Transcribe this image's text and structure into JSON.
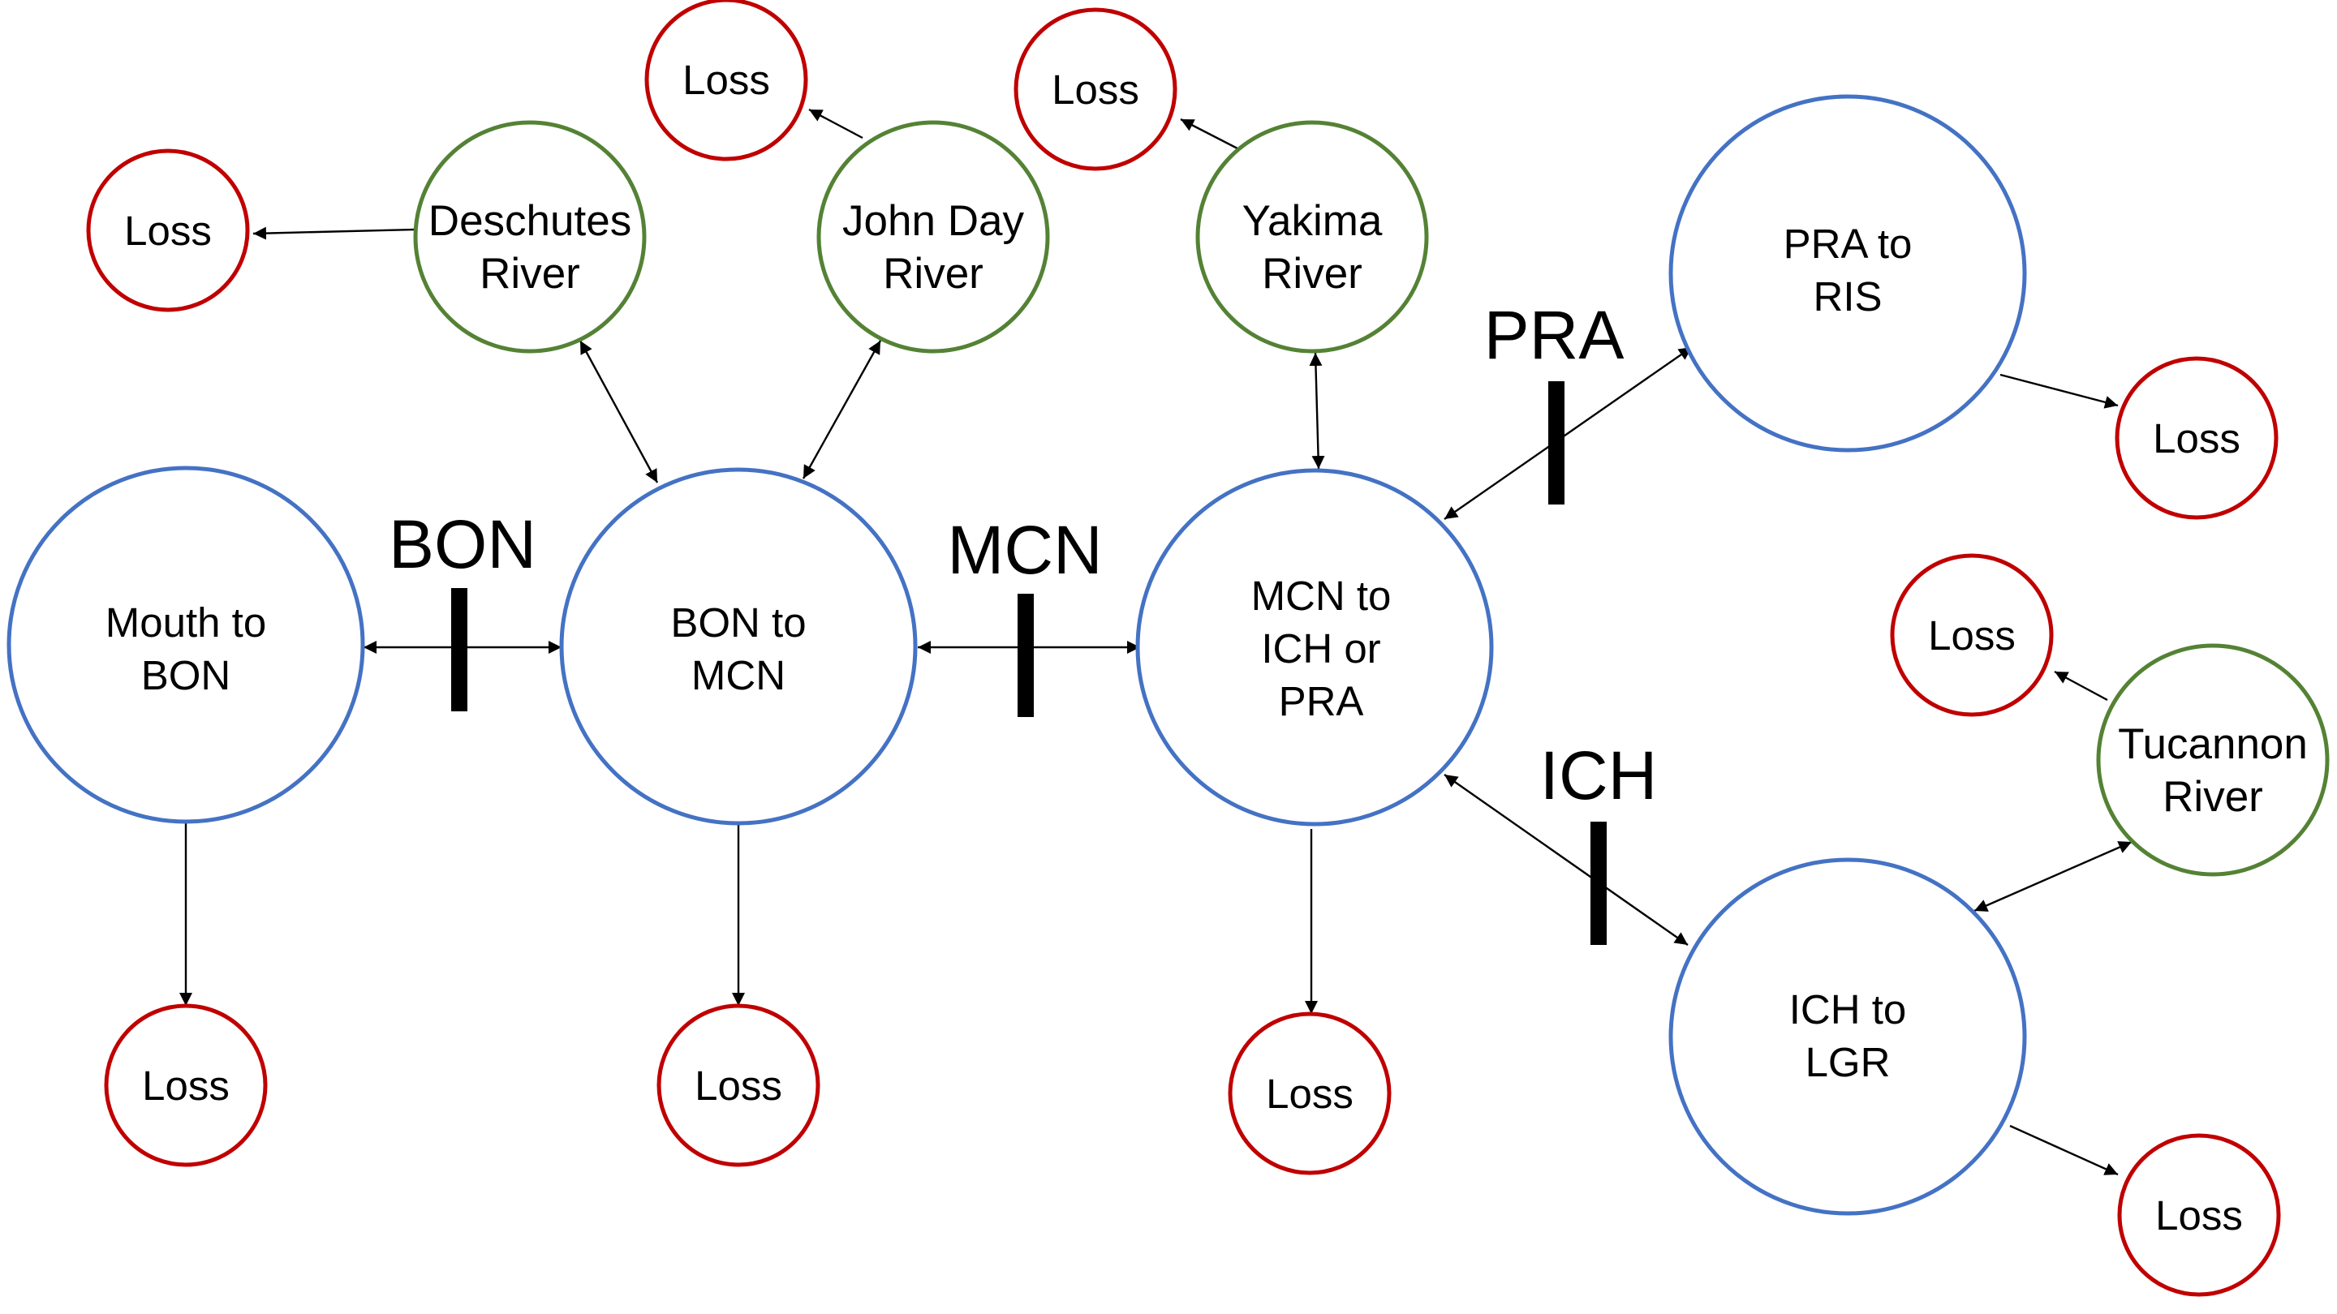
{
  "nodes": {
    "mouth_bon": {
      "lines": [
        "Mouth to",
        "BON"
      ],
      "kind": "reach"
    },
    "bon_mcn": {
      "lines": [
        "BON to",
        "MCN"
      ],
      "kind": "reach"
    },
    "mcn_ich_pra": {
      "lines": [
        "MCN to",
        "ICH or",
        "PRA"
      ],
      "kind": "reach"
    },
    "pra_ris": {
      "lines": [
        "PRA to",
        "RIS"
      ],
      "kind": "reach"
    },
    "ich_lgr": {
      "lines": [
        "ICH to",
        "LGR"
      ],
      "kind": "reach"
    },
    "deschutes": {
      "lines": [
        "Deschutes",
        "River"
      ],
      "kind": "tributary"
    },
    "john_day": {
      "lines": [
        "John Day",
        "River"
      ],
      "kind": "tributary"
    },
    "yakima": {
      "lines": [
        "Yakima",
        "River"
      ],
      "kind": "tributary"
    },
    "tucannon": {
      "lines": [
        "Tucannon",
        "River"
      ],
      "kind": "tributary"
    },
    "loss_label": "Loss"
  },
  "dams": {
    "bon": "BON",
    "mcn": "MCN",
    "pra": "PRA",
    "ich": "ICH"
  },
  "colors": {
    "reach": "#4472c4",
    "tributary": "#548235",
    "loss": "#c00000",
    "arrow": "#000000"
  },
  "edges": [
    {
      "from": "mouth_bon",
      "to": "bon_mcn",
      "bidirectional": true
    },
    {
      "from": "bon_mcn",
      "to": "mcn_ich_pra",
      "bidirectional": true
    },
    {
      "from": "mcn_ich_pra",
      "to": "pra_ris",
      "bidirectional": true
    },
    {
      "from": "mcn_ich_pra",
      "to": "ich_lgr",
      "bidirectional": true
    },
    {
      "from": "bon_mcn",
      "to": "deschutes",
      "bidirectional": true
    },
    {
      "from": "bon_mcn",
      "to": "john_day",
      "bidirectional": true
    },
    {
      "from": "mcn_ich_pra",
      "to": "yakima",
      "bidirectional": true
    },
    {
      "from": "ich_lgr",
      "to": "tucannon",
      "bidirectional": true
    },
    {
      "from": "mouth_bon",
      "to": "loss",
      "bidirectional": false
    },
    {
      "from": "bon_mcn",
      "to": "loss",
      "bidirectional": false
    },
    {
      "from": "mcn_ich_pra",
      "to": "loss",
      "bidirectional": false
    },
    {
      "from": "pra_ris",
      "to": "loss",
      "bidirectional": false
    },
    {
      "from": "ich_lgr",
      "to": "loss",
      "bidirectional": false
    },
    {
      "from": "deschutes",
      "to": "loss",
      "bidirectional": false
    },
    {
      "from": "john_day",
      "to": "loss",
      "bidirectional": false
    },
    {
      "from": "yakima",
      "to": "loss",
      "bidirectional": false
    },
    {
      "from": "tucannon",
      "to": "loss",
      "bidirectional": false
    }
  ]
}
